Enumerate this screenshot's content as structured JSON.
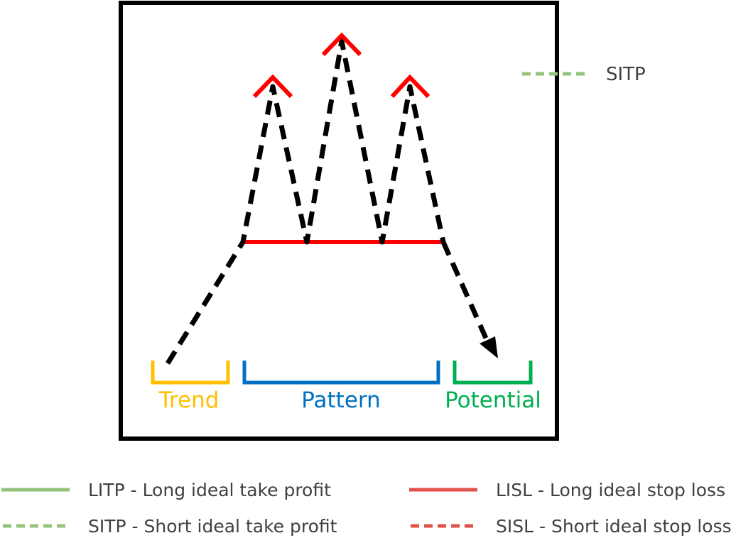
{
  "colors": {
    "frame": "#000000",
    "path": "#000000",
    "level": "#ff0000",
    "trend": "#ffc000",
    "pattern": "#0070c0",
    "potential": "#00b050",
    "take_profit": "#93c47d",
    "stop_loss": "#e0524a",
    "legend_text": "#404040"
  },
  "diagram": {
    "sections": {
      "trend": "Trend",
      "pattern": "Pattern",
      "potential": "Potential"
    },
    "side_marker": "SITP"
  },
  "legend": [
    {
      "label": "LITP - Long ideal take profit",
      "line": "solid",
      "color": "#93c47d"
    },
    {
      "label": "LISL - Long ideal stop loss",
      "line": "solid",
      "color": "#e0524a"
    },
    {
      "label": "SITP - Short ideal take profit",
      "line": "dashed",
      "color": "#93c47d"
    },
    {
      "label": "SISL - Short ideal stop loss",
      "line": "dashed",
      "color": "#e0524a"
    }
  ]
}
